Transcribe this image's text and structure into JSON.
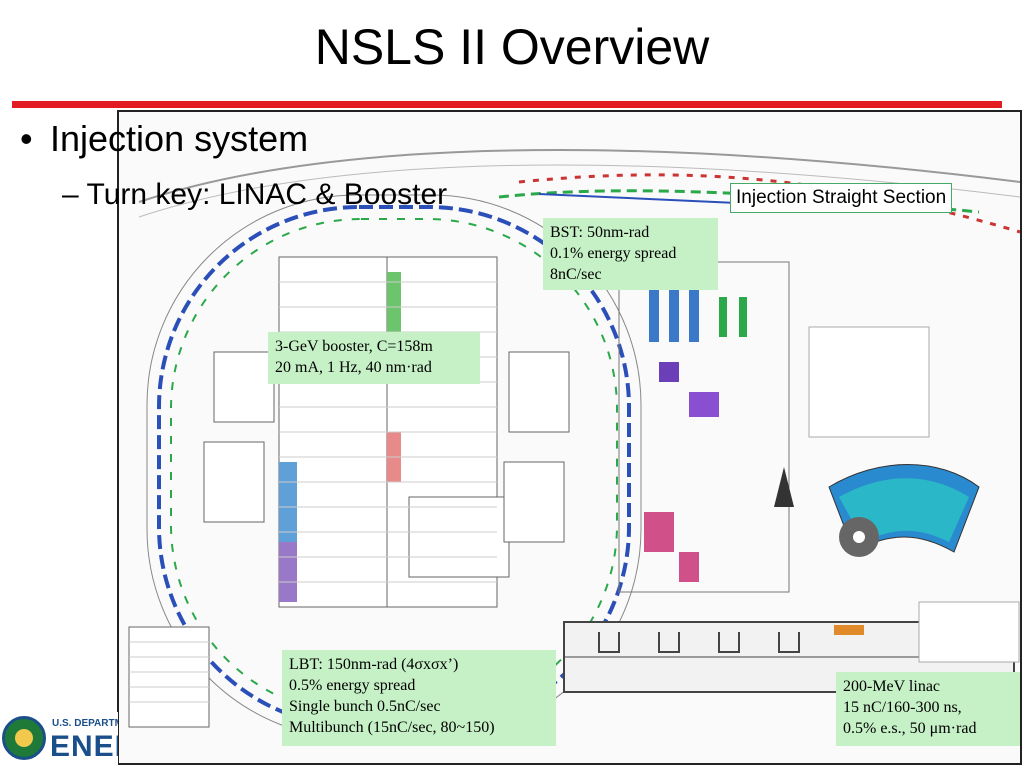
{
  "slide": {
    "title": "NSLS II Overview",
    "bullets": {
      "level1": "Injection system",
      "level2": "– Turn key: LINAC & Booster"
    }
  },
  "callouts": {
    "injection_straight": "Injection Straight Section",
    "bst": [
      "BST: 50nm-rad",
      "0.1% energy spread",
      "8nC/sec"
    ],
    "booster": [
      "3-GeV booster, C=158m",
      "20 mA, 1 Hz, 40 nm·rad"
    ],
    "lbt": [
      "LBT: 150nm-rad (4σxσx’)",
      "0.5% energy spread",
      "Single bunch 0.5nC/sec",
      "Multibunch (15nC/sec, 80~150)"
    ],
    "linac": [
      "200-MeV linac",
      "15 nC/160-300 ns,",
      "0.5% e.s., 50 μm·rad"
    ]
  },
  "logo": {
    "dept": "U.S. DEPARTMENT OF",
    "word": "ENERGY"
  },
  "colors": {
    "accent_bar": "#e31b23",
    "callout_bg": "#c6f0c6",
    "ring_blue": "#2b4fb8",
    "ring_green": "#2aa84a"
  }
}
